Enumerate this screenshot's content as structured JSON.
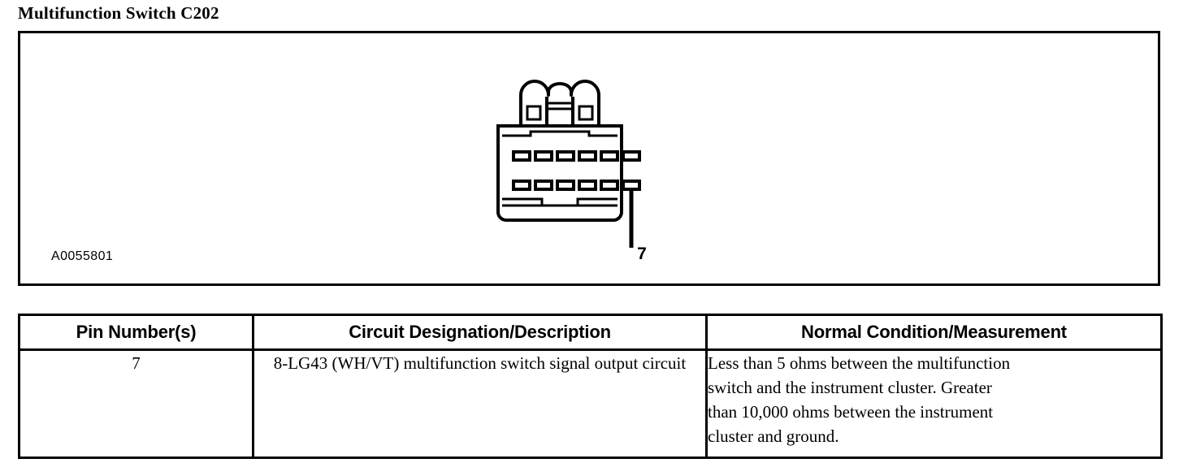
{
  "document": {
    "title": "Multifunction Switch C202"
  },
  "diagram": {
    "part_number": "A0055801",
    "callout_pin_label": "7",
    "connector": {
      "rows": 2,
      "pins_per_row": 6,
      "total_cavities": 12,
      "callout_cavity_row": 2,
      "callout_cavity_index": 6,
      "line_color": "#000000",
      "fill_color": "#ffffff"
    }
  },
  "table": {
    "headers": [
      "Pin Number(s)",
      "Circuit Designation/Description",
      "Normal Condition/Measurement"
    ],
    "rows": [
      {
        "pin": "7",
        "description_lines": [
          "8-LG43 (WH/VT) multifunction switch",
          "signal output circuit"
        ],
        "measurement_lines": [
          "Less than 5 ohms between the multifunction",
          "switch and the instrument cluster. Greater",
          "than 10,000 ohms between the instrument",
          "cluster and ground."
        ]
      }
    ]
  }
}
